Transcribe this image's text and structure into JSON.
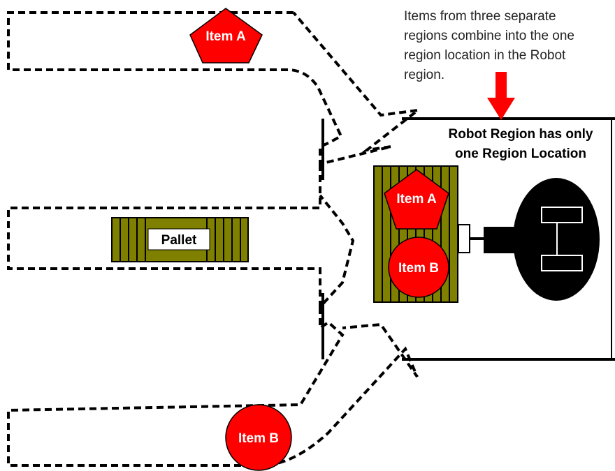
{
  "note": {
    "lines": [
      "Items from three separate",
      "regions combine into the one",
      "region location in the Robot",
      "region."
    ]
  },
  "robot_region": {
    "title_lines": [
      "Robot Region has only",
      "one Region Location"
    ]
  },
  "items": {
    "item_a": "Item A",
    "item_b": "Item B"
  },
  "pallet": {
    "label": "Pallet"
  },
  "colors": {
    "item": "#ff0000",
    "pallet": "#808000",
    "robot": "#000000",
    "arrow": "#ff0000",
    "path": "#000000"
  }
}
